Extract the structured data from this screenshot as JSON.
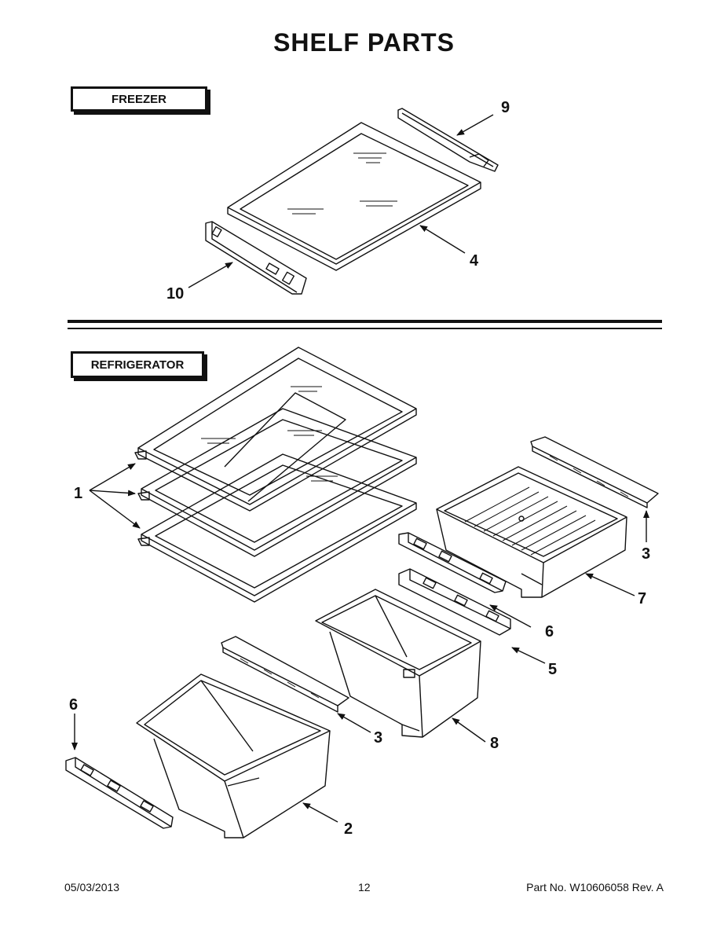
{
  "page": {
    "title": "SHELF PARTS",
    "sections": {
      "freezer": "FREEZER",
      "refrigerator": "REFRIGERATOR"
    }
  },
  "callouts": {
    "c9": "9",
    "c4": "4",
    "c10": "10",
    "c1": "1",
    "c3a": "3",
    "c7": "7",
    "c6a": "6",
    "c5": "5",
    "c6b": "6",
    "c3b": "3",
    "c8": "8",
    "c2": "2"
  },
  "footer": {
    "date": "05/03/2013",
    "page_number": "12",
    "part_number": "Part No.  W10606058  Rev.  A"
  }
}
